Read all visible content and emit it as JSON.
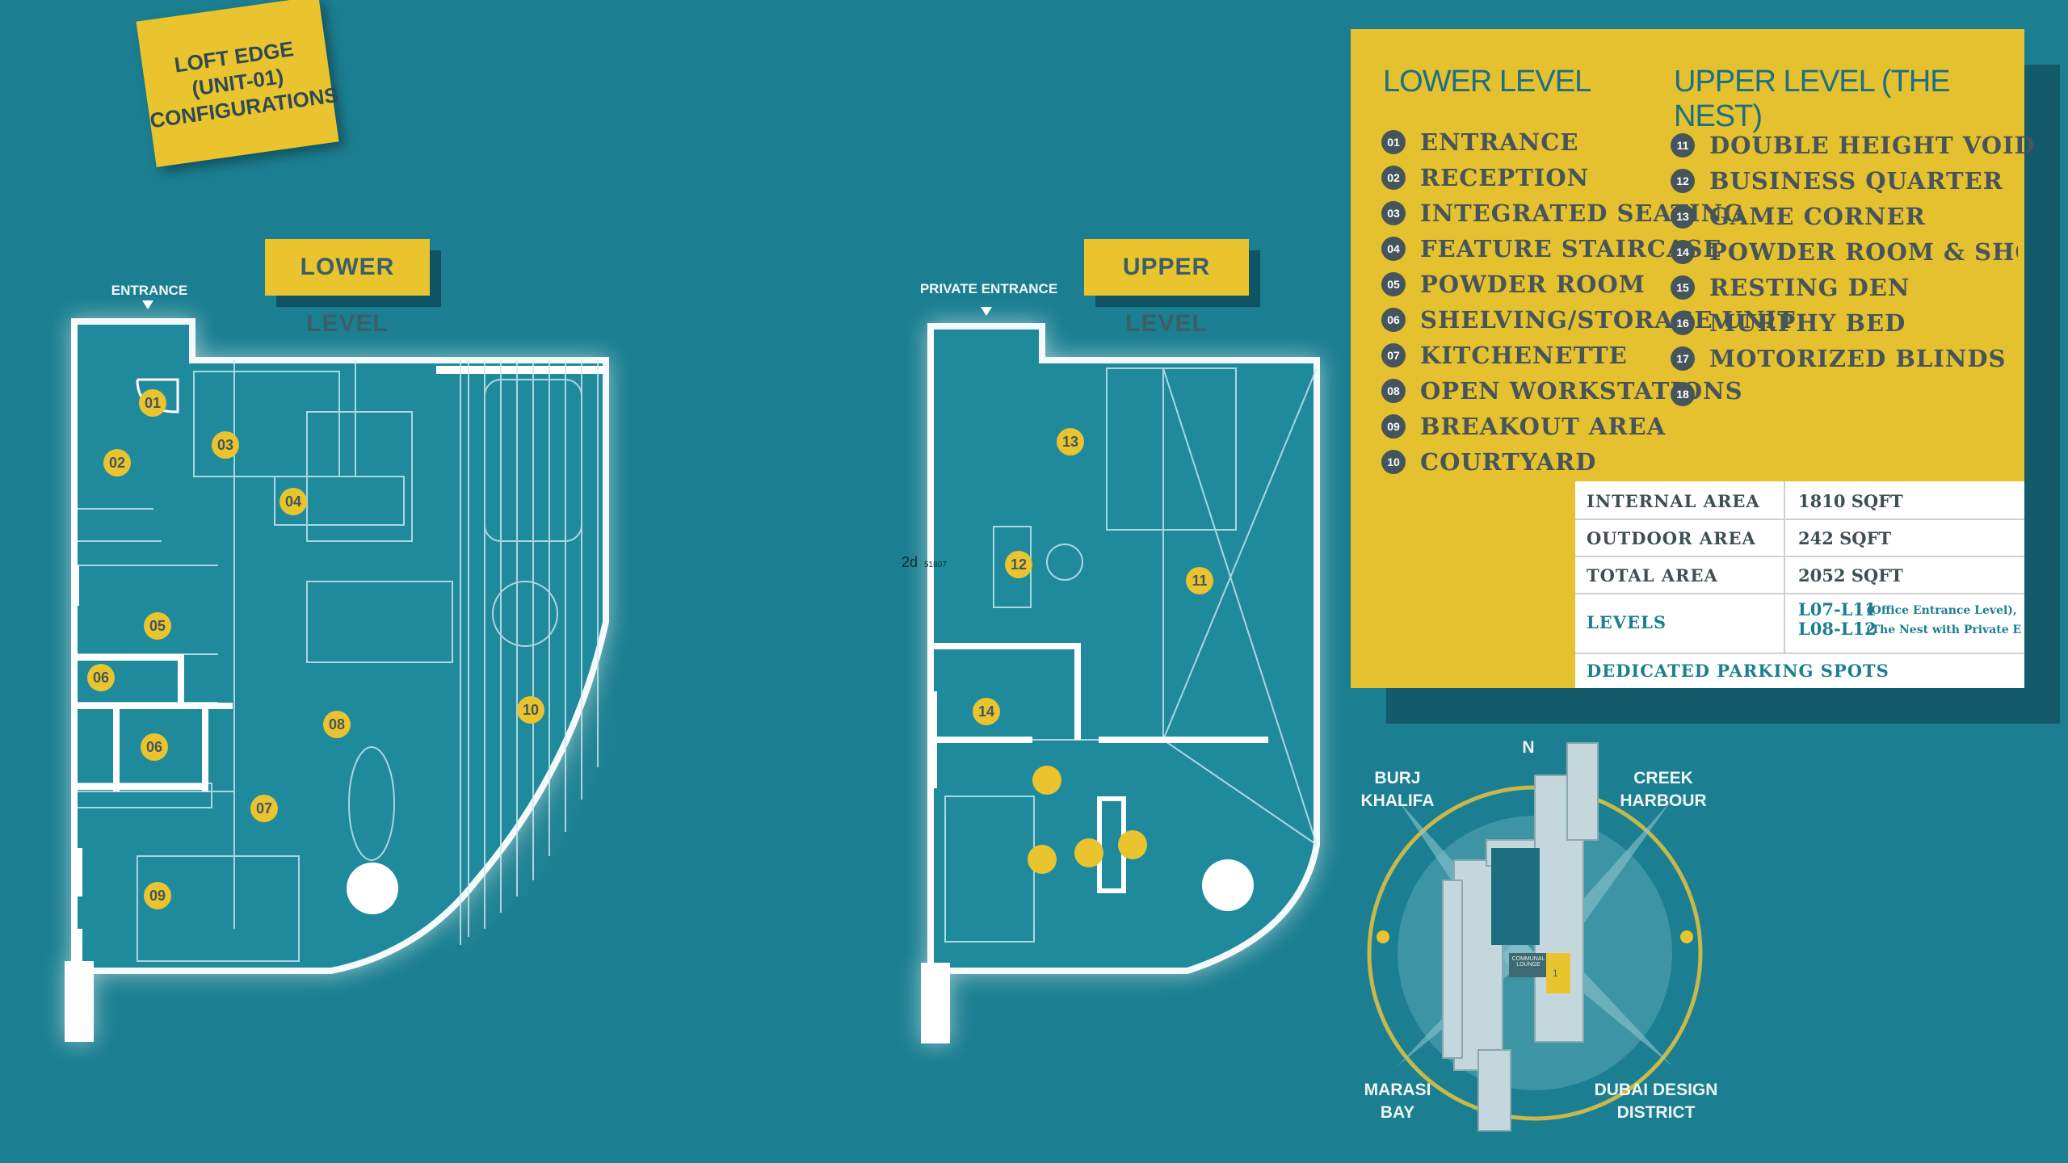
{
  "sticky_note": {
    "line1": "LOFT EDGE",
    "line2": "(UNIT-01)",
    "line3": "CONFIGURATIONS"
  },
  "lower_plan": {
    "tag": "LOWER LEVEL",
    "entrance": "ENTRANCE",
    "badges": [
      "01",
      "02",
      "03",
      "04",
      "05",
      "06",
      "06",
      "07",
      "08",
      "09",
      "10"
    ]
  },
  "upper_plan": {
    "tag": "UPPER LEVEL",
    "entrance": "PRIVATE ENTRANCE",
    "badges": [
      "13",
      "12",
      "11",
      "14"
    ],
    "stray_text": "2d",
    "stray_small": "51807"
  },
  "legend": {
    "lower_title": "LOWER LEVEL",
    "upper_title": "UPPER LEVEL (THE NEST)",
    "lower_items": [
      {
        "num": "01",
        "label": "ENTRANCE"
      },
      {
        "num": "02",
        "label": "RECEPTION"
      },
      {
        "num": "03",
        "label": "INTEGRATED SEATING"
      },
      {
        "num": "04",
        "label": "FEATURE STAIRCASE"
      },
      {
        "num": "05",
        "label": "POWDER ROOM"
      },
      {
        "num": "06",
        "label": "SHELVING/STORAGE UNIT"
      },
      {
        "num": "07",
        "label": "KITCHENETTE"
      },
      {
        "num": "08",
        "label": "OPEN WORKSTATIONS"
      },
      {
        "num": "09",
        "label": "BREAKOUT AREA"
      },
      {
        "num": "10",
        "label": "COURTYARD"
      }
    ],
    "upper_items": [
      {
        "num": "11",
        "label": "DOUBLE HEIGHT VOID"
      },
      {
        "num": "12",
        "label": "BUSINESS QUARTER"
      },
      {
        "num": "13",
        "label": "GAME CORNER"
      },
      {
        "num": "14",
        "label": "POWDER ROOM & SHOWER"
      },
      {
        "num": "15",
        "label": "RESTING DEN"
      },
      {
        "num": "16",
        "label": "MURPHY BED"
      },
      {
        "num": "17",
        "label": "MOTORIZED BLINDS"
      },
      {
        "num": "18",
        "label": ""
      }
    ]
  },
  "areas": {
    "internal_label": "INTERNAL AREA",
    "internal_value": "1810 SQFT",
    "outdoor_label": "OUTDOOR AREA",
    "outdoor_value": "242 SQFT",
    "total_label": "TOTAL AREA",
    "total_value": "2052 SQFT",
    "levels_label": "LEVELS",
    "levels_value_1": "L07-L11",
    "levels_value_1b": "(Office Entrance Level),",
    "levels_value_2": "L08-L12",
    "levels_value_2b": "(The Nest with Private Entrance)",
    "parking_label": "DEDICATED PARKING SPOTS"
  },
  "location_map": {
    "north": "N",
    "nw": "BURJ\nKHALIFA",
    "ne": "CREEK\nHARBOUR",
    "sw": "MARASI\nBAY",
    "se": "DUBAI DESIGN\nDISTRICT",
    "lounge": "COMMUNAL\nLOUNGE",
    "unit": "1"
  },
  "colors": {
    "background": "#1b7f91",
    "accent": "#e9c42f",
    "text_dark": "#46555a"
  }
}
